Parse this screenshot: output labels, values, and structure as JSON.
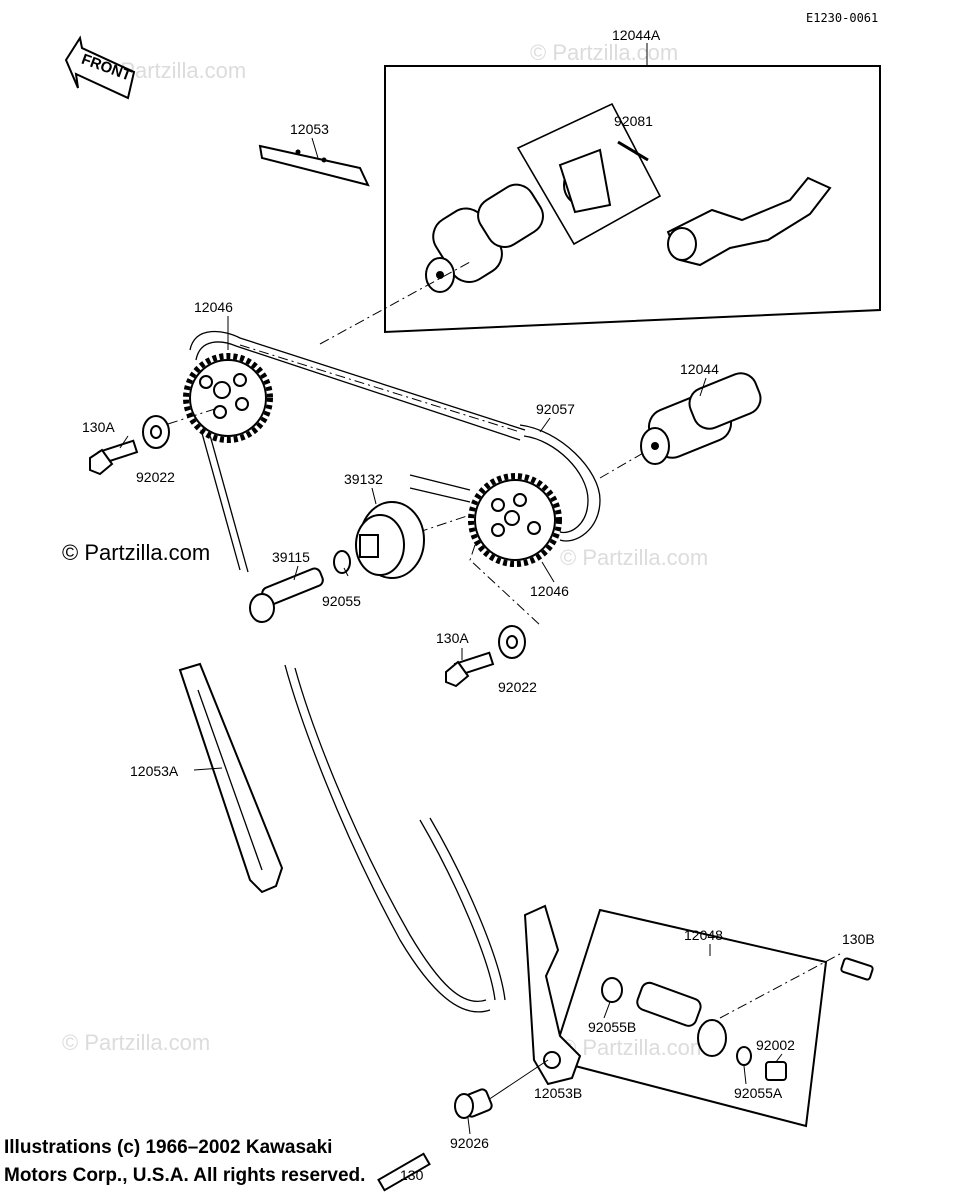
{
  "diagram": {
    "code": "E1230-0061",
    "front_label": "FRONT",
    "watermarks": [
      "© Partzilla.com",
      "© Partzilla.com",
      "© Partzilla.com",
      "© Partzilla.com",
      "© Partzilla.com"
    ],
    "main_watermark": "© Partzilla.com",
    "copyright_line1": "Illustrations (c) 1966–2002 Kawasaki",
    "copyright_line2": "Motors Corp., U.S.A.  All rights reserved.",
    "labels": {
      "p12044A": "12044A",
      "p12053": "12053",
      "p92081": "92081",
      "p12046_top": "12046",
      "p92057": "92057",
      "p12044": "12044",
      "p130A_top": "130A",
      "p92022_top": "92022",
      "p39132": "39132",
      "p39115": "39115",
      "p92055": "92055",
      "p12046_bottom": "12046",
      "p130A_bottom": "130A",
      "p92022_bottom": "92022",
      "p12053A": "12053A",
      "p12048": "12048",
      "p130B": "130B",
      "p92055B": "92055B",
      "p92002": "92002",
      "p92055A": "92055A",
      "p12053B": "12053B",
      "p92026": "92026",
      "p130": "130"
    }
  }
}
